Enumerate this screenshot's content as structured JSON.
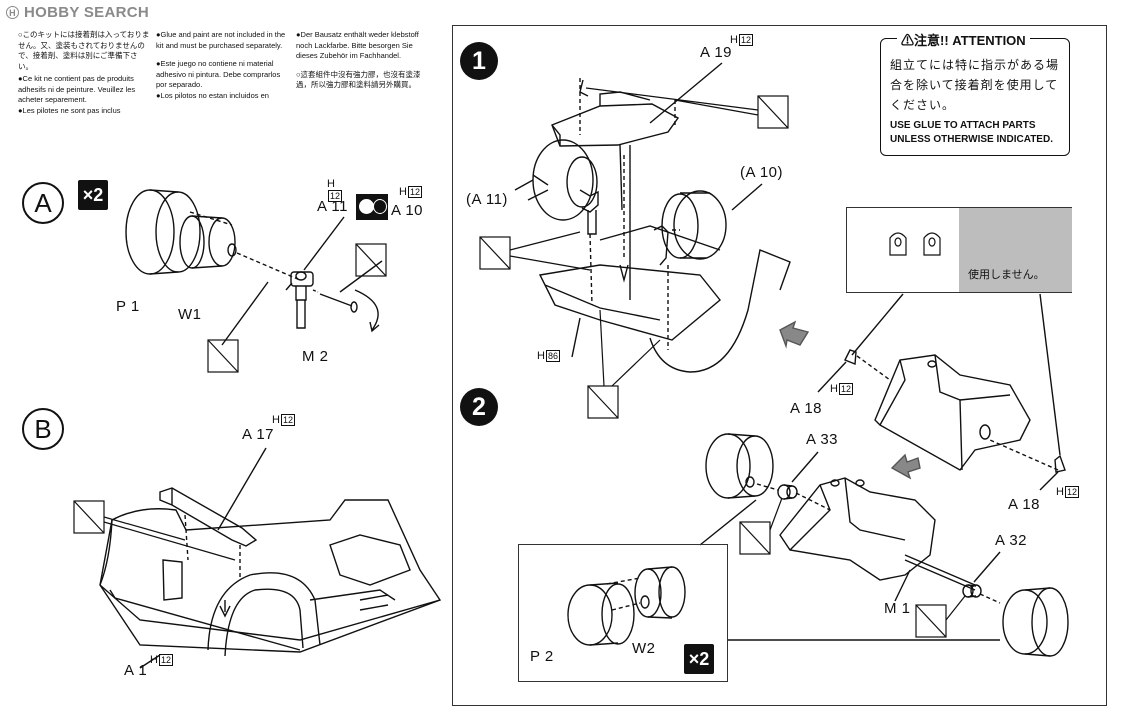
{
  "watermark": {
    "badge": "H",
    "brand": "HOBBY SEARCH"
  },
  "notes": {
    "jp": "○このキットには接着剤は入っておりません。又、塗装もされておりませんので、接着剤、塗料は別にご準備下さい。",
    "fr1": "●Ce kit ne contient pas de produits adhesifs ni de peinture. Veuillez les acheter separement.",
    "fr2": "●Les pilotes ne sont pas inclus",
    "en": "●Glue and paint are not included in the kit and must be purchased separately.",
    "es1": "●Este juego no contiene ni material adhesivo ni pintura. Debe comprarlos por separado.",
    "es2": "●Los pilotos no estan incluidos en",
    "de": "●Der Bausatz enthält weder klebstoff noch Lackfarbe. Bitte besorgen Sie dieses Zubehör im Fachhandel.",
    "zh": "○這套組件中沒有強力膠，也沒有塗漆過，所以強力膠和塗料請另外購買。"
  },
  "attention": {
    "title": "⚠注意!! ATTENTION",
    "jp": "組立てには特に指示がある場合を除いて接着剤を使用してください。",
    "en_line1": "USE GLUE TO ATTACH PARTS",
    "en_line2": "UNLESS OTHERWISE INDICATED."
  },
  "steps": {
    "a": "A",
    "b": "B",
    "one": "1",
    "two": "2",
    "times_two": "×2"
  },
  "labels": {
    "p1": "P 1",
    "w1": "W1",
    "a11": "A 11",
    "a10": "A 10",
    "m2": "M 2",
    "h12": "12",
    "h": "H",
    "a17": "A 17",
    "a1": "A 1",
    "a19": "A 19",
    "a11p": "(A 11)",
    "a10p": "(A 10)",
    "h86": "86",
    "a18a": "A 18",
    "a18b": "A 18",
    "a33": "A 33",
    "a32": "A 32",
    "m1": "M 1",
    "p2": "P 2",
    "w2": "W2"
  },
  "unused_text": "使用しません。"
}
